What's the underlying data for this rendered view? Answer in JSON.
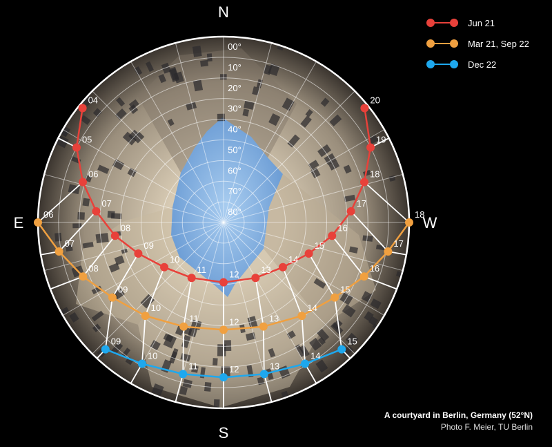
{
  "directions": {
    "north": "N",
    "south": "S",
    "east": "E",
    "west": "W"
  },
  "chart_data": {
    "type": "polar-sun-path",
    "altitude_labels": [
      "00°",
      "10°",
      "20°",
      "30°",
      "40°",
      "50°",
      "60°",
      "70°",
      "80°"
    ],
    "series": [
      {
        "name": "Jun 21",
        "color": "#e8413a",
        "points": [
          {
            "hour": "04",
            "azimuth": 51,
            "altitude": 2
          },
          {
            "hour": "05",
            "azimuth": 63,
            "altitude": 10
          },
          {
            "hour": "06",
            "azimuth": 74,
            "altitude": 19
          },
          {
            "hour": "07",
            "azimuth": 85,
            "altitude": 28
          },
          {
            "hour": "08",
            "azimuth": 97,
            "altitude": 37
          },
          {
            "hour": "09",
            "azimuth": 110,
            "altitude": 46
          },
          {
            "hour": "10",
            "azimuth": 127,
            "altitude": 54
          },
          {
            "hour": "11",
            "azimuth": 150,
            "altitude": 59
          },
          {
            "hour": "12",
            "azimuth": 180,
            "altitude": 61
          },
          {
            "hour": "13",
            "azimuth": 210,
            "altitude": 59
          },
          {
            "hour": "14",
            "azimuth": 233,
            "altitude": 54
          },
          {
            "hour": "15",
            "azimuth": 250,
            "altitude": 46
          },
          {
            "hour": "16",
            "azimuth": 263,
            "altitude": 37
          },
          {
            "hour": "17",
            "azimuth": 275,
            "altitude": 28
          },
          {
            "hour": "18",
            "azimuth": 286,
            "altitude": 19
          },
          {
            "hour": "19",
            "azimuth": 297,
            "altitude": 10
          },
          {
            "hour": "20",
            "azimuth": 309,
            "altitude": 2
          }
        ]
      },
      {
        "name": "Mar 21, Sep 22",
        "color": "#f0a040",
        "points": [
          {
            "hour": "06",
            "azimuth": 90,
            "altitude": 0
          },
          {
            "hour": "07",
            "azimuth": 100,
            "altitude": 9
          },
          {
            "hour": "08",
            "azimuth": 111,
            "altitude": 17
          },
          {
            "hour": "09",
            "azimuth": 124,
            "altitude": 25
          },
          {
            "hour": "10",
            "azimuth": 140,
            "altitude": 31
          },
          {
            "hour": "11",
            "azimuth": 159,
            "altitude": 36
          },
          {
            "hour": "12",
            "azimuth": 180,
            "altitude": 38
          },
          {
            "hour": "13",
            "azimuth": 201,
            "altitude": 36
          },
          {
            "hour": "14",
            "azimuth": 220,
            "altitude": 31
          },
          {
            "hour": "15",
            "azimuth": 236,
            "altitude": 25
          },
          {
            "hour": "16",
            "azimuth": 249,
            "altitude": 17
          },
          {
            "hour": "17",
            "azimuth": 260,
            "altitude": 9
          },
          {
            "hour": "18",
            "azimuth": 270,
            "altitude": 0
          }
        ]
      },
      {
        "name": "Dec 22",
        "color": "#1ea8ee",
        "points": [
          {
            "hour": "09",
            "azimuth": 137,
            "altitude": 6
          },
          {
            "hour": "10",
            "azimuth": 150,
            "altitude": 11
          },
          {
            "hour": "11",
            "azimuth": 165,
            "altitude": 14
          },
          {
            "hour": "12",
            "azimuth": 180,
            "altitude": 15
          },
          {
            "hour": "13",
            "azimuth": 195,
            "altitude": 14
          },
          {
            "hour": "14",
            "azimuth": 210,
            "altitude": 11
          },
          {
            "hour": "15",
            "azimuth": 223,
            "altitude": 6
          }
        ]
      }
    ]
  },
  "legend": [
    {
      "label": "Jun 21",
      "color": "#e8413a"
    },
    {
      "label": "Mar 21, Sep 22",
      "color": "#f0a040"
    },
    {
      "label": "Dec 22",
      "color": "#1ea8ee"
    }
  ],
  "caption": {
    "title": "A courtyard in Berlin, Germany (52°N)",
    "credit": "Photo F. Meier, TU Berlin"
  }
}
